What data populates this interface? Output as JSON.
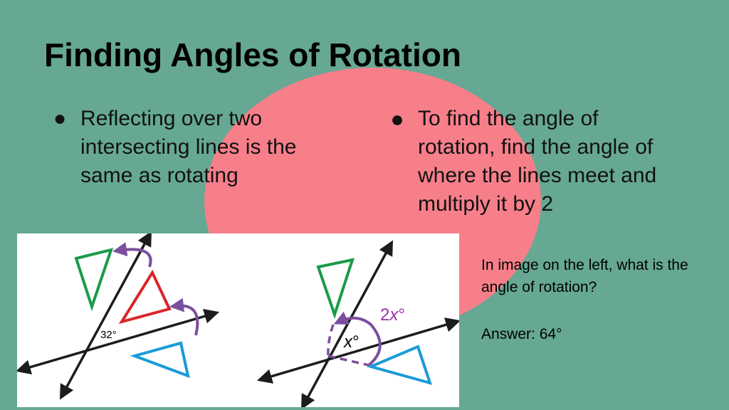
{
  "slide": {
    "title": "Finding Angles of Rotation",
    "bullets": [
      {
        "marker": "●",
        "text": "Reflecting over two intersecting lines is the same as rotating"
      },
      {
        "marker": "●",
        "text": "To find the angle of rotation, find the angle of where the lines meet and multiply it by 2"
      }
    ],
    "figure": {
      "left_angle_label": "32°",
      "right_rotation_label_num": "2",
      "right_rotation_label_var": "x",
      "right_rotation_label_deg": "°",
      "right_angle_label_var": "x",
      "right_angle_label_deg": "°"
    },
    "question": "In image on the left, what is the angle of rotation?",
    "answer": "Answer: 64°"
  },
  "colors": {
    "background": "#66a894",
    "blob": "#f77f8a",
    "green_triangle": "#1a9b48",
    "red_triangle": "#d8252a",
    "blue_triangle": "#1a9bd7",
    "arc_purple": "#7b4f9e",
    "rotation_label": "#9b2fae"
  },
  "icons": [
    "bullet-dot-icon",
    "arrow-head-icon"
  ]
}
